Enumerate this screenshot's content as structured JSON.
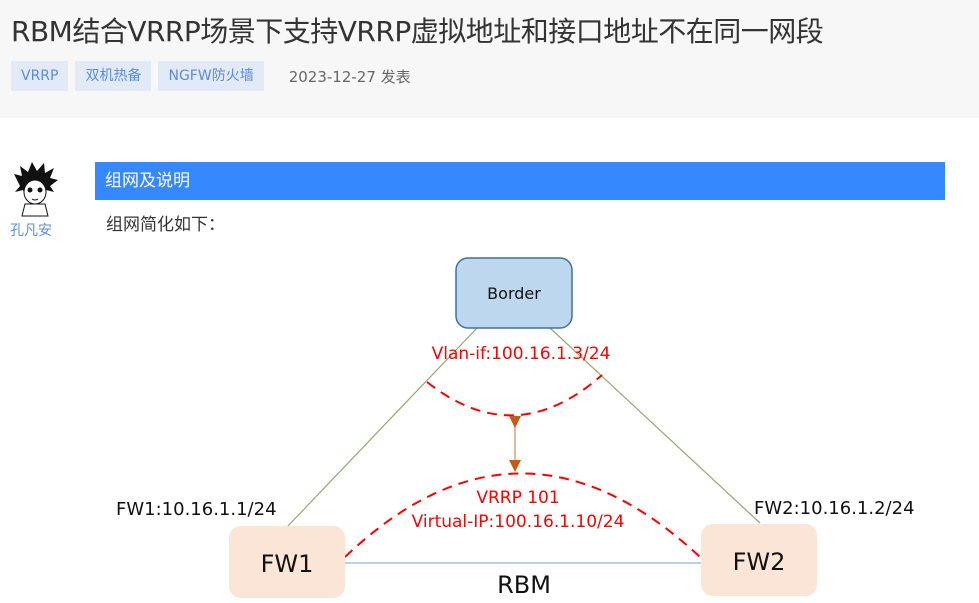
{
  "article": {
    "title": "RBM结合VRRP场景下支持VRRP虚拟地址和接口地址不在同一网段",
    "tags": [
      "VRRP",
      "双机热备",
      "NGFW防火墙"
    ],
    "date": "2023-12-27 发表"
  },
  "author": {
    "name": "孔凡安"
  },
  "section": {
    "heading": "组网及说明",
    "intro": "组网简化如下："
  },
  "diagram": {
    "border_label": "Border",
    "vlan_if": "Vlan-if:100.16.1.3/24",
    "vrrp_id": "VRRP 101",
    "virtual_ip": "Virtual-IP:100.16.1.10/24",
    "fw1_addr": "FW1:10.16.1.1/24",
    "fw2_addr": "FW2:10.16.1.2/24",
    "fw1_label": "FW1",
    "fw2_label": "FW2",
    "rbm_label": "RBM",
    "colors": {
      "border_fill": "#bdd7ee",
      "border_stroke": "#41719c",
      "fw_fill": "#fbe5d6",
      "dash": "#ff0000",
      "arrow": "#c55a11",
      "link": "#8faa6e",
      "rbm_link": "#9dc3e6"
    }
  }
}
